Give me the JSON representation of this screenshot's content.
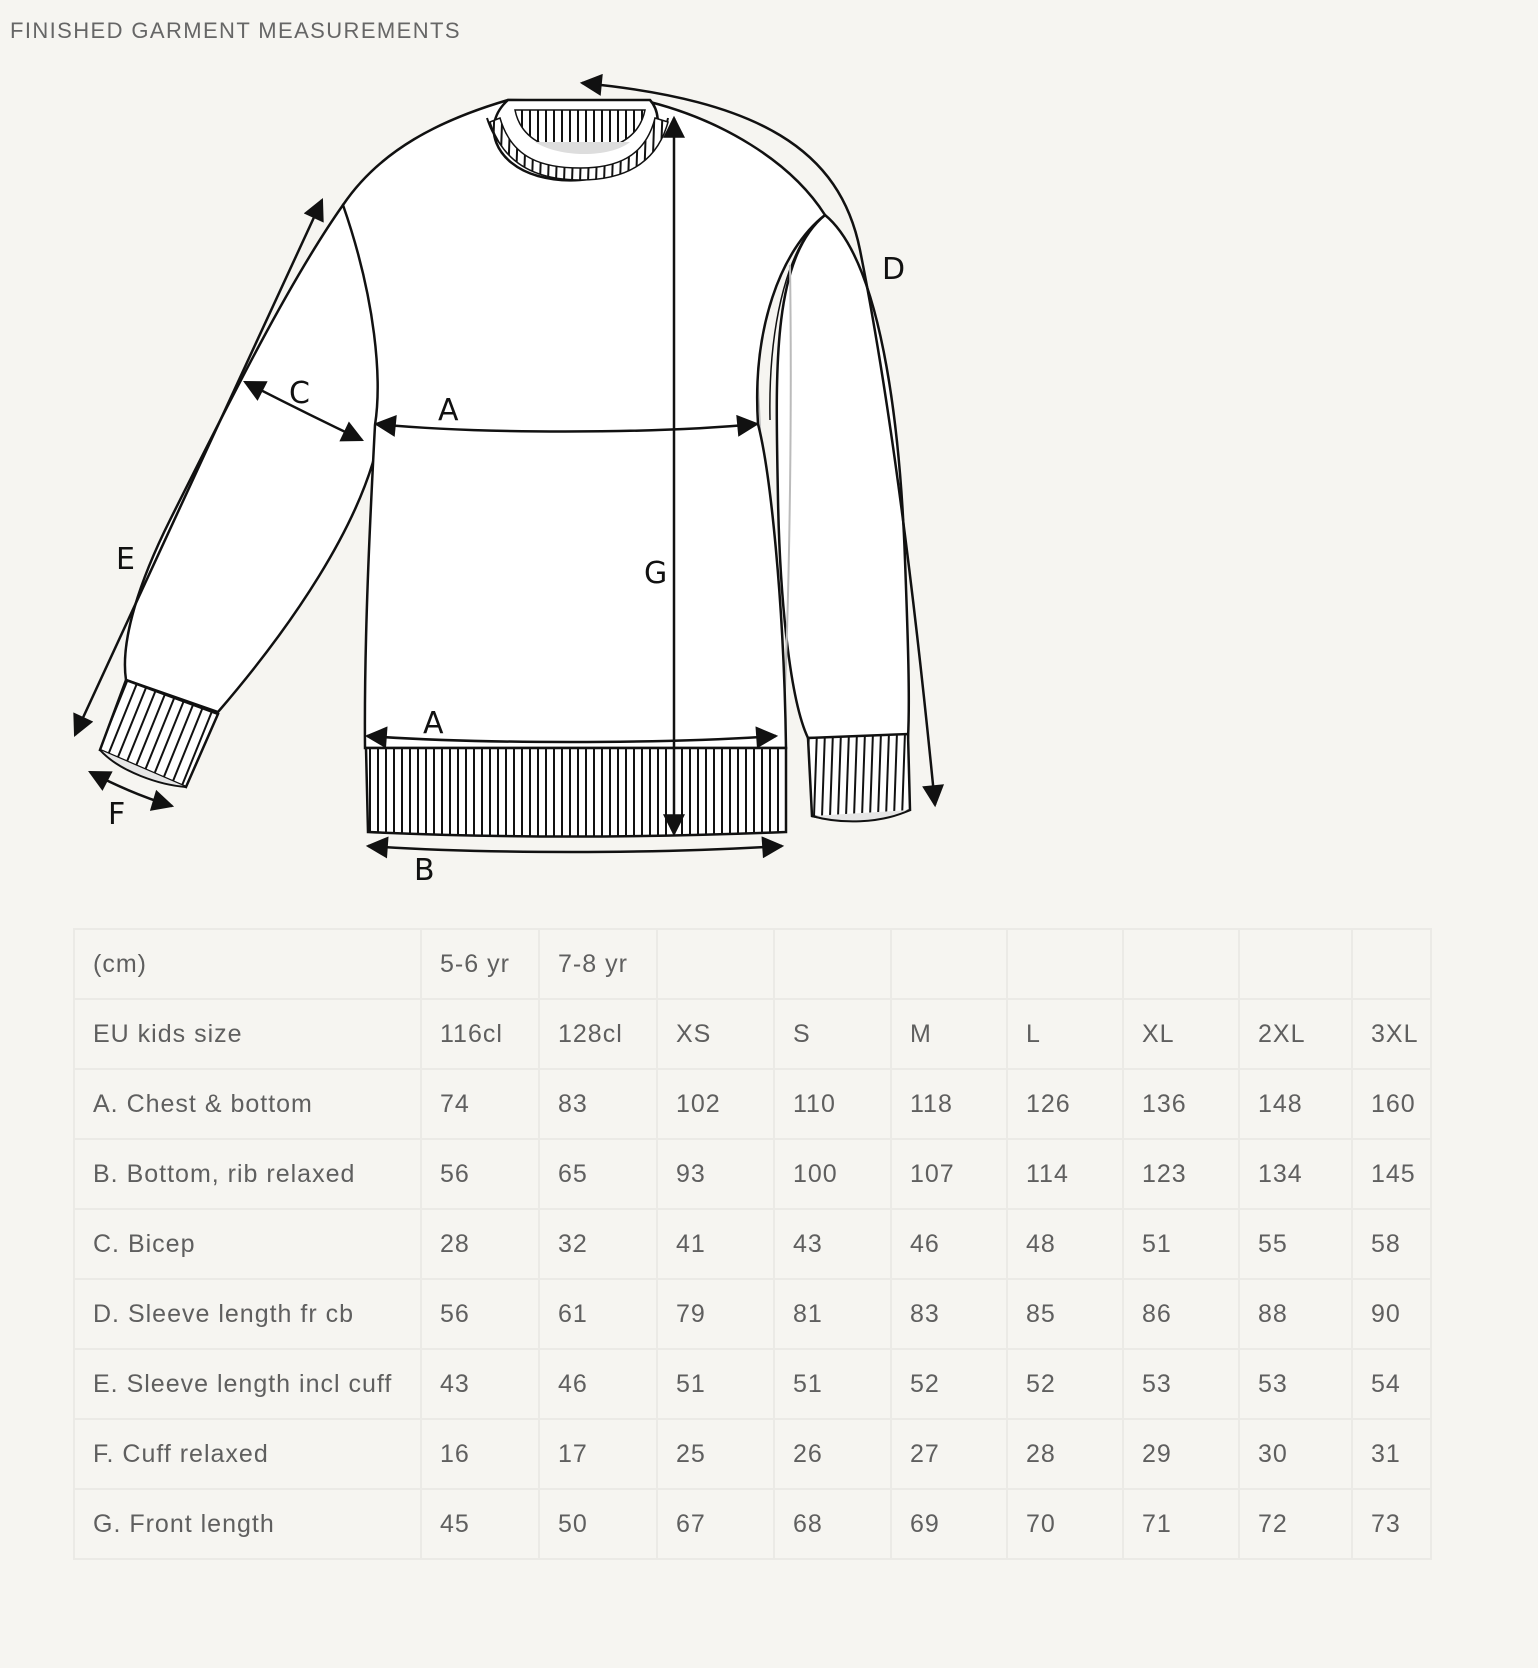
{
  "page": {
    "title": "FINISHED GARMENT MEASUREMENTS"
  },
  "diagram": {
    "garment": "sweatshirt",
    "labels": {
      "A_chest": "A",
      "A_bottom": "A",
      "B": "B",
      "C": "C",
      "D": "D",
      "E": "E",
      "F": "F",
      "G": "G"
    },
    "colors": {
      "line": "#111111",
      "fill": "#ffffff",
      "shadow": "#e4e4e4",
      "background": "#f6f5f1"
    }
  },
  "table": {
    "unit_label": "(cm)",
    "age_groups": [
      "5-6 yr",
      "7-8 yr",
      "",
      "",
      "",
      "",
      "",
      "",
      ""
    ],
    "size_row_label": "EU kids size",
    "sizes": [
      "116cl",
      "128cl",
      "XS",
      "S",
      "M",
      "L",
      "XL",
      "2XL",
      "3XL"
    ],
    "rows": [
      {
        "label": "A. Chest & bottom",
        "values": [
          "74",
          "83",
          "102",
          "110",
          "118",
          "126",
          "136",
          "148",
          "160"
        ]
      },
      {
        "label": "B. Bottom, rib relaxed",
        "values": [
          "56",
          "65",
          "93",
          "100",
          "107",
          "114",
          "123",
          "134",
          "145"
        ]
      },
      {
        "label": "C. Bicep",
        "values": [
          "28",
          "32",
          "41",
          "43",
          "46",
          "48",
          "51",
          "55",
          "58"
        ]
      },
      {
        "label": "D. Sleeve length fr cb",
        "values": [
          "56",
          "61",
          "79",
          "81",
          "83",
          "85",
          "86",
          "88",
          "90"
        ]
      },
      {
        "label": "E. Sleeve length incl cuff",
        "values": [
          "43",
          "46",
          "51",
          "51",
          "52",
          "52",
          "53",
          "53",
          "54"
        ]
      },
      {
        "label": "F. Cuff relaxed",
        "values": [
          "16",
          "17",
          "25",
          "26",
          "27",
          "28",
          "29",
          "30",
          "31"
        ]
      },
      {
        "label": "G. Front length",
        "values": [
          "45",
          "50",
          "67",
          "68",
          "69",
          "70",
          "71",
          "72",
          "73"
        ]
      }
    ]
  }
}
